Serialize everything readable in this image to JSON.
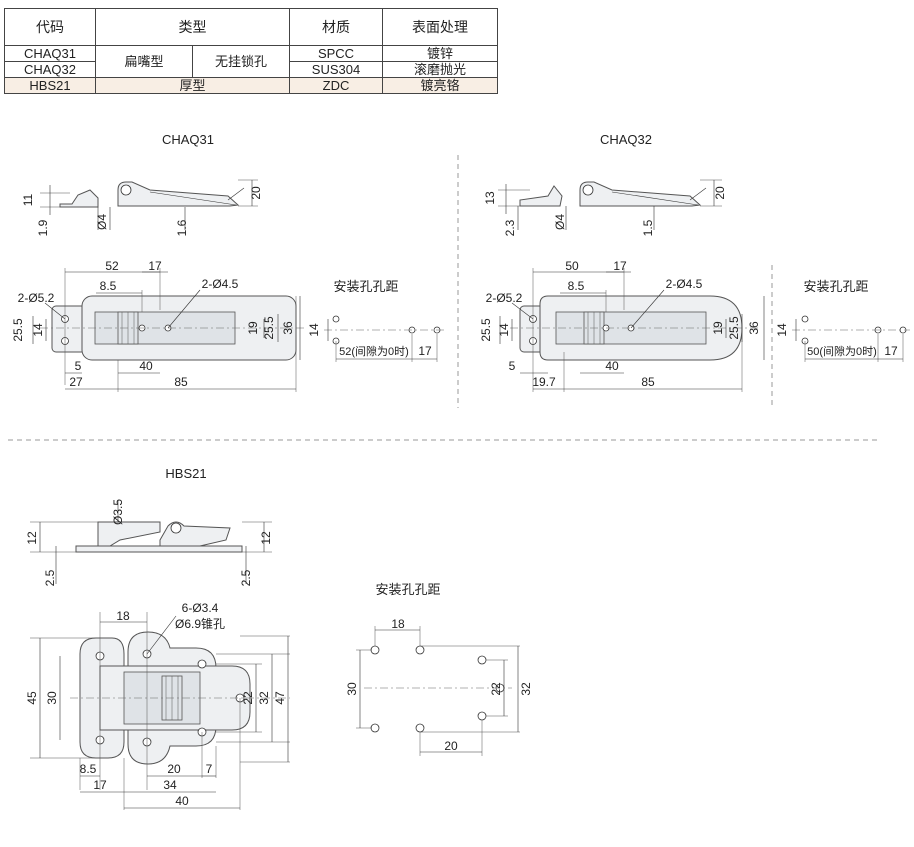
{
  "table": {
    "headers": [
      "代码",
      "类型",
      "材质",
      "表面处理"
    ],
    "rows": [
      {
        "code": "CHAQ31",
        "type_a": "扁嘴型",
        "type_b": "无挂锁孔",
        "material": "SPCC",
        "finish": "镀锌"
      },
      {
        "code": "CHAQ32",
        "material": "SUS304",
        "finish": "滚磨抛光"
      },
      {
        "code": "HBS21",
        "type": "厚型",
        "material": "ZDC",
        "finish": "镀亮铬"
      }
    ]
  },
  "titles": {
    "chaq31": "CHAQ31",
    "chaq32": "CHAQ32",
    "hbs21": "HBS21"
  },
  "mount_label": "安装孔孔距",
  "chaq31": {
    "side": {
      "h1": "11",
      "t": "1.9",
      "d": "Ø4",
      "t2": "1.6",
      "h2": "20"
    },
    "top": {
      "w52": "52",
      "w17": "17",
      "w85a": "8.5",
      "hole2": "2-Ø4.5",
      "hole1": "2-Ø5.2",
      "h255": "25.5",
      "h14": "14",
      "h19": "19",
      "h255b": "25.5",
      "h36": "36",
      "w5": "5",
      "w40": "40",
      "w27": "27",
      "w85": "85"
    },
    "mount": {
      "h14": "14",
      "w52": "52(间隙为0时)",
      "w17": "17"
    }
  },
  "chaq32": {
    "side": {
      "h1": "13",
      "t": "2.3",
      "d": "Ø4",
      "t2": "1.5",
      "h2": "20"
    },
    "top": {
      "w50": "50",
      "w17": "17",
      "w85a": "8.5",
      "hole2": "2-Ø4.5",
      "hole1": "2-Ø5.2",
      "h255": "25.5",
      "h14": "14",
      "h19": "19",
      "h255b": "25.5",
      "h36": "36",
      "w5": "5",
      "w40": "40",
      "w197": "19.7",
      "w85": "85"
    },
    "mount": {
      "h14": "14",
      "w50": "50(间隙为0时)",
      "w17": "17"
    }
  },
  "hbs21": {
    "side": {
      "d35": "Ø3.5",
      "h12a": "12",
      "h12b": "12",
      "t25a": "2.5",
      "t25b": "2.5"
    },
    "top": {
      "w18": "18",
      "holes": "6-Ø3.4",
      "cone": "Ø6.9锥孔",
      "h45": "45",
      "h30": "30",
      "h22": "22",
      "h32": "32",
      "h47": "47",
      "w85": "8.5",
      "w20": "20",
      "w7": "7",
      "w17": "17",
      "w34": "34",
      "w40": "40"
    },
    "mount": {
      "w18": "18",
      "h30": "30",
      "h22": "22",
      "h32": "32",
      "w20": "20"
    }
  }
}
